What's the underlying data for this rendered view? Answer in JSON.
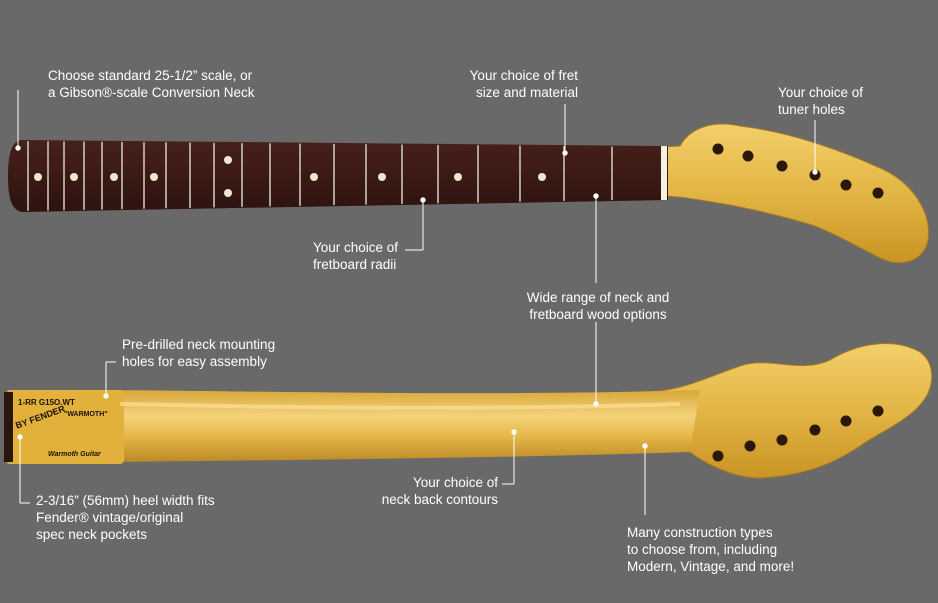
{
  "colors": {
    "background": "#696969",
    "rosewood": "#3a1a16",
    "maple": "#e0b445",
    "maple_light": "#f0cd6a",
    "callout": "#ffffff"
  },
  "callouts": {
    "scale": {
      "line1": "Choose standard 25-1/2” scale, or",
      "line2": "a Gibson®-scale Conversion Neck"
    },
    "frets": {
      "line1": "Your choice of fret",
      "line2": "size and material"
    },
    "tuner_holes": {
      "line1": "Your choice of",
      "line2": "tuner holes"
    },
    "radii": {
      "line1": "Your choice of",
      "line2": "fretboard radii"
    },
    "woods": {
      "line1": "Wide range of neck and",
      "line2": "fretboard wood options"
    },
    "mounting_holes": {
      "line1": "Pre-drilled neck mounting",
      "line2": "holes for easy assembly"
    },
    "contours": {
      "line1": "Your choice of",
      "line2": "neck back contours"
    },
    "heel_width": {
      "line1": "2-3/16” (56mm) heel width fits",
      "line2": "Fender® vintage/original",
      "line3": "spec neck pockets"
    },
    "construction": {
      "line1": "Many construction types",
      "line2": "to choose from, including",
      "line3": "Modern, Vintage, and more!"
    }
  },
  "decal": {
    "line1": "1-RR G15O.WT",
    "line2": "\"WARMOTH\"",
    "line3": "BY FENDER",
    "line4": "Warmoth Guitar"
  }
}
